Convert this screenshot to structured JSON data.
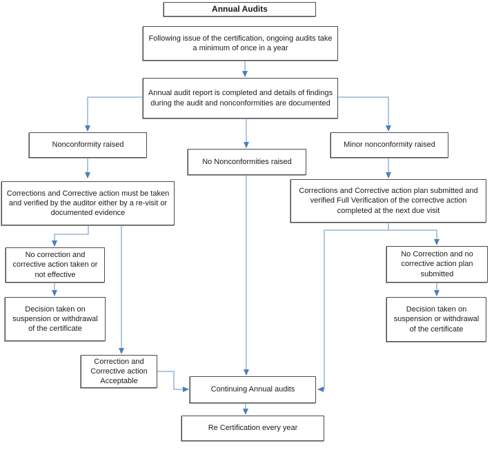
{
  "page": {
    "background": "#ffffff"
  },
  "colors": {
    "connector_line": "#95b3d7",
    "arrow_head": "#4a7ebb",
    "box_border": "#4a4a4a",
    "box_shadow": "#9e9e9e",
    "box_fill": "#ffffff",
    "text": "#1a1a1a",
    "background": "#ffffff"
  },
  "nodes": {
    "title": {
      "label": "Annual Audits"
    },
    "following_issue": {
      "label": "Following issue of the certification, ongoing audits take a minimum of once in a year"
    },
    "audit_report": {
      "label": "Annual audit report is completed and details of findings during the audit and nonconformities are documented"
    },
    "nonconformity_raised": {
      "label": "Nonconformity raised"
    },
    "no_nonconformities_raised": {
      "label": "No Nonconformities raised"
    },
    "minor_nonconformity_raised": {
      "label": "Minor nonconformity raised"
    },
    "corrections_must_be_taken": {
      "label": "Corrections and Corrective action must be taken and verified by the auditor either by a re-visit or documented evidence"
    },
    "corrections_plan_submitted": {
      "label": "Corrections and Corrective action plan submitted and verified Full Verification of the corrective action completed at the next due visit"
    },
    "no_correction_taken": {
      "label": "No correction and corrective action taken or not effective"
    },
    "no_correction_plan_submitted": {
      "label": "No Correction and no corrective action plan submitted"
    },
    "decision_suspension_left": {
      "label": "Decision taken on suspension or withdrawal of the certificate"
    },
    "decision_suspension_right": {
      "label": "Decision taken on suspension or withdrawal of the certificate"
    },
    "correction_acceptable": {
      "label": "Correction and Corrective action Acceptable"
    },
    "continuing_annual_audits": {
      "label": "Continuing Annual audits"
    },
    "recertification": {
      "label": "Re Certification every year"
    }
  }
}
